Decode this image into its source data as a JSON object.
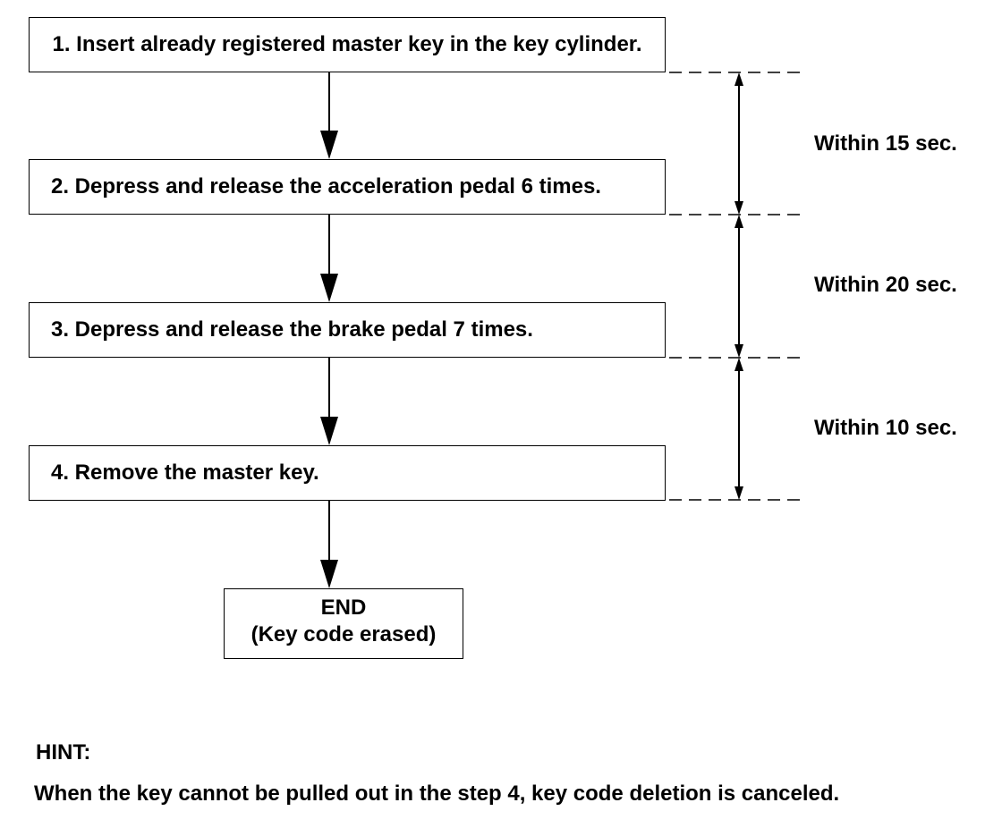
{
  "steps": [
    {
      "label": "1. Insert already registered master key in the key cylinder."
    },
    {
      "label": "2. Depress and release the acceleration pedal 6 times."
    },
    {
      "label": "3. Depress and release the brake pedal 7 times."
    },
    {
      "label": "4. Remove the master key."
    }
  ],
  "end": {
    "title": "END",
    "subtitle": "(Key code erased)"
  },
  "timings": [
    {
      "label": "Within 15 sec."
    },
    {
      "label": "Within 20 sec."
    },
    {
      "label": "Within 10 sec."
    }
  ],
  "hint": {
    "title": "HINT:",
    "text": "When the key cannot be pulled out in the step 4, key code deletion is canceled."
  }
}
